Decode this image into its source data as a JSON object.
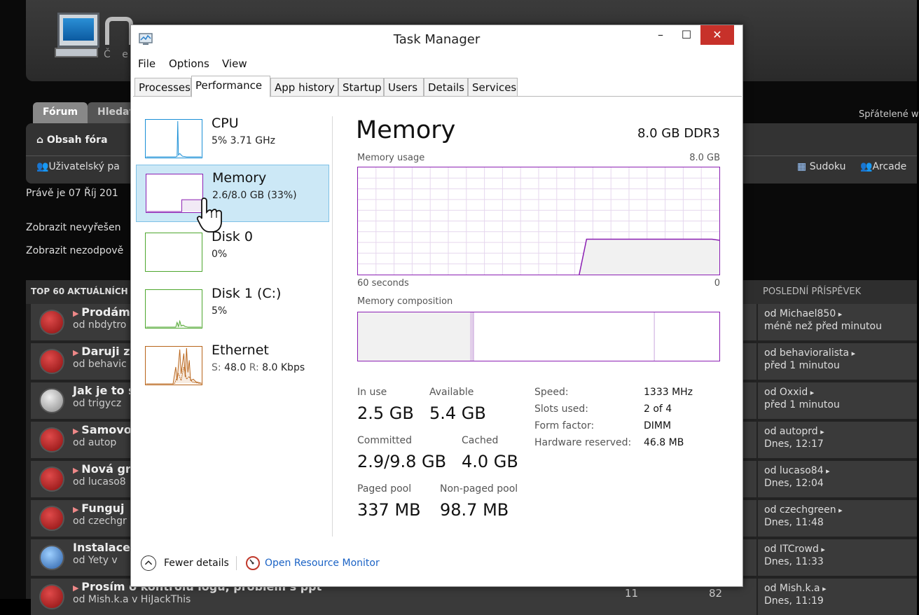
{
  "forum": {
    "logo_sub": "Č e",
    "tabs": [
      "Fórum",
      "Hledat"
    ],
    "nav_index": "Obsah fóra",
    "nav_user": "Uživatelský pa",
    "now_text": "Právě je 07 Říj 201",
    "show_unsolved": "Zobrazit nevyřešen",
    "show_unanswered": "Zobrazit nezodpově",
    "friend_sites": "Spřátelené w",
    "links": [
      "Sudoku",
      "Arcade"
    ],
    "list_header": "TOP 60 AKTUÁLNÍCH",
    "last_post_header": "POSLEDNÍ PŘÍSPĚVEK",
    "rows": [
      {
        "title": "Prodám",
        "sub": "od nbdytro",
        "last_by": "od Michael850",
        "last_time": "méně než před minutou",
        "icon": "red",
        "marked": true
      },
      {
        "title": "Daruji z",
        "sub": "od behavic",
        "last_by": "od behavioralista",
        "last_time": "před 1 minutou",
        "icon": "red",
        "marked": true
      },
      {
        "title": "Jak je to s",
        "sub": "od trigycz",
        "last_by": "od Oxxid",
        "last_time": "před 1 minutou",
        "icon": "grey",
        "marked": false
      },
      {
        "title": "Samovo",
        "sub": "od autop",
        "last_by": "od autoprd",
        "last_time": "Dnes, 12:17",
        "icon": "red",
        "marked": true
      },
      {
        "title": "Nová gr",
        "sub": "od lucaso8",
        "last_by": "od lucaso84",
        "last_time": "Dnes, 12:04",
        "icon": "red",
        "marked": true
      },
      {
        "title": "Funguj",
        "sub": "od czechgr",
        "last_by": "od czechgreen",
        "last_time": "Dnes, 11:48",
        "icon": "red",
        "marked": true
      },
      {
        "title": "Instalace",
        "sub": "od Yety v",
        "last_by": "od ITCrowd",
        "last_time": "Dnes, 11:33",
        "icon": "blue",
        "marked": false
      },
      {
        "title": "Prosím o kontrolu logu, problém s ppt",
        "sub": "od Mish.k.a v HiJackThis",
        "last_by": "od Mish.k.a",
        "last_time": "Dnes, 11:19",
        "icon": "red",
        "marked": true
      }
    ],
    "last_row_counts": [
      "11",
      "82"
    ]
  },
  "task_manager": {
    "title": "Task Manager",
    "window_buttons": {
      "minimize": "–",
      "maximize": "☐",
      "close": "✕"
    },
    "menu": [
      "File",
      "Options",
      "View"
    ],
    "tabs": [
      "Processes",
      "Performance",
      "App history",
      "Startup",
      "Users",
      "Details",
      "Services"
    ],
    "active_tab": "Performance",
    "resources": [
      {
        "name": "CPU",
        "value": "5% 3.71 GHz",
        "color": "#1a8fd6",
        "selected": false
      },
      {
        "name": "Memory",
        "value": "2.6/8.0 GB (33%)",
        "color": "#8b1fb3",
        "selected": true
      },
      {
        "name": "Disk 0",
        "value": "0%",
        "color": "#4ea72e",
        "selected": false
      },
      {
        "name": "Disk 1 (C:)",
        "value": "5%",
        "color": "#4ea72e",
        "selected": false
      },
      {
        "name": "Ethernet",
        "value_s_label": "S:",
        "value_s": "48.0",
        "value_r_label": "R:",
        "value_r": "8.0 Kbps",
        "color": "#b8641a",
        "selected": false
      }
    ],
    "memory": {
      "title": "Memory",
      "spec": "8.0 GB DDR3",
      "usage_label": "Memory usage",
      "usage_max": "8.0 GB",
      "time_label": "60 seconds",
      "time_end": "0",
      "composition_label": "Memory composition",
      "graph_color": "#8b1fb3",
      "usage_series_fraction": [
        0,
        0,
        0,
        0,
        0,
        0,
        0,
        0,
        0,
        0,
        0,
        0,
        0,
        0,
        0,
        0,
        0,
        0,
        0,
        0,
        0,
        0,
        0,
        0,
        0,
        0,
        0,
        0,
        0,
        0,
        0,
        0.33,
        0.33,
        0.33,
        0.33,
        0.33,
        0.33,
        0.33,
        0.33,
        0.33,
        0.33,
        0.33,
        0.33,
        0.33,
        0.33,
        0.33,
        0.33,
        0.33,
        0.33,
        0.32
      ],
      "composition_fractions": {
        "in_use": 0.31,
        "modified": 0.01,
        "standby": 0.5,
        "free": 0.18
      },
      "stats": {
        "in_use_label": "In use",
        "in_use": "2.5 GB",
        "available_label": "Available",
        "available": "5.4 GB",
        "committed_label": "Committed",
        "committed": "2.9/9.8 GB",
        "cached_label": "Cached",
        "cached": "4.0 GB",
        "paged_label": "Paged pool",
        "paged": "337 MB",
        "nonpaged_label": "Non-paged pool",
        "nonpaged": "98.7 MB"
      },
      "specs": [
        {
          "label": "Speed:",
          "value": "1333 MHz"
        },
        {
          "label": "Slots used:",
          "value": "2 of 4"
        },
        {
          "label": "Form factor:",
          "value": "DIMM"
        },
        {
          "label": "Hardware reserved:",
          "value": "46.8 MB"
        }
      ]
    },
    "footer": {
      "fewer_details": "Fewer details",
      "resource_monitor": "Open Resource Monitor"
    }
  }
}
